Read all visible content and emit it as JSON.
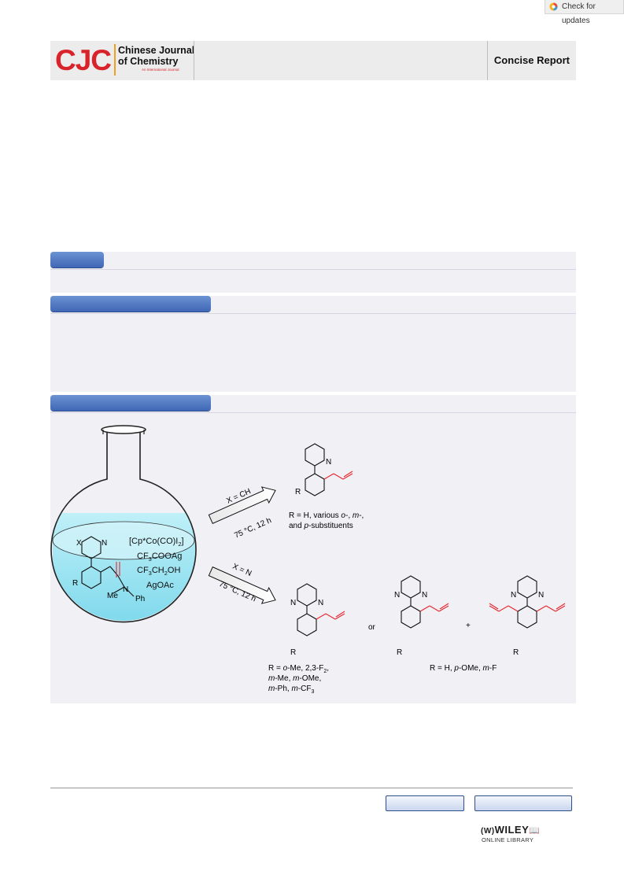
{
  "check_updates": {
    "label": "Check for updates"
  },
  "masthead": {
    "logo": "CJC",
    "journal_line1": "Chinese Journal",
    "journal_line2": "of Chemistry",
    "journal_sub": "An International Journal",
    "article_type": "Concise Report"
  },
  "graphic": {
    "reagents": [
      "[Cp*Co(CO)I",
      "]",
      "CF",
      "COOAg",
      "CF",
      "CH",
      "OH",
      "AgOAc"
    ],
    "reagent_lines": {
      "r1a": "[Cp*Co(CO)I",
      "r1s": "2",
      "r1b": "]",
      "r2a": "CF",
      "r2s": "3",
      "r2b": "COOAg",
      "r3a": "CF",
      "r3s": "3",
      "r3b": "CH",
      "r3s2": "2",
      "r3c": "OH",
      "r4": "AgOAc"
    },
    "flask_labels": {
      "x": "X",
      "n": "N",
      "r": "R",
      "me": "Me",
      "nn": "N",
      "ph": "Ph"
    },
    "arrow_top": {
      "cond1": "X = CH",
      "cond2": "75 °C, 12 h"
    },
    "arrow_bottom": {
      "cond1": "X = N",
      "cond2": "75 °C, 12 h"
    },
    "product_top": {
      "n": "N",
      "r": "R",
      "caption_a": "R = H, various ",
      "caption_o": "o",
      "caption_b": "-, ",
      "caption_m": "m",
      "caption_c": "-,",
      "caption_d": "and ",
      "caption_p": "p",
      "caption_e": "-substituents"
    },
    "product_bottom_left": {
      "n1": "N",
      "n2": "N",
      "r": "R",
      "l1a": "R = ",
      "l1o": "o",
      "l1b": "-Me, 2,3-F",
      "l1s": "2",
      "l1c": ",",
      "l2m1": "m",
      "l2a": "-Me, ",
      "l2m2": "m",
      "l2b": "-OMe,",
      "l3m1": "m",
      "l3a": "-Ph, ",
      "l3m2": "m",
      "l3b": "-CF",
      "l3s": "3"
    },
    "or_label": "or",
    "plus_label": "+",
    "product_bottom_mid": {
      "n1": "N",
      "n2": "N",
      "r": "R"
    },
    "product_bottom_right": {
      "n1": "N",
      "n2": "N",
      "r": "R"
    },
    "caption_right": {
      "a": "R = H, ",
      "p": "p",
      "b": "-OMe, ",
      "m": "m",
      "c": "-F"
    }
  },
  "footer": {
    "wiley_line1": "WILEY",
    "wiley_line2": "ONLINE LIBRARY"
  },
  "colors": {
    "accent_red": "#d8232a",
    "tab_blue": "#4a73c0",
    "band_bg": "#f0f0f5",
    "allyl_red": "#e8262e"
  }
}
